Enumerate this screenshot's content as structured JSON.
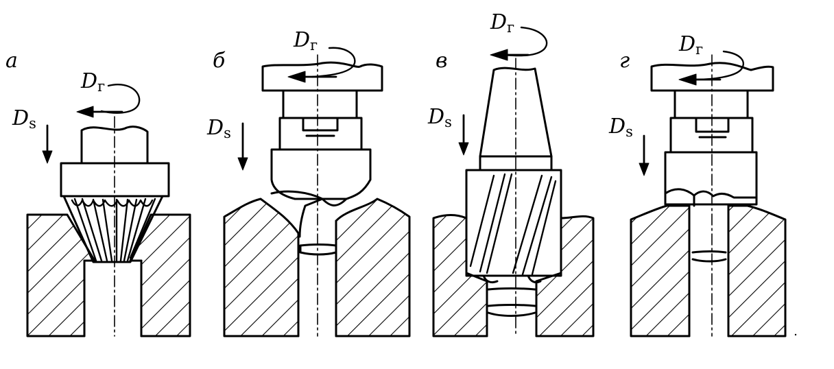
{
  "panels": [
    {
      "letter": "а",
      "rotation_symbol": "D",
      "rotation_subscript": "г",
      "feed_symbol": "D",
      "feed_subscript": "s"
    },
    {
      "letter": "б",
      "rotation_symbol": "D",
      "rotation_subscript": "г",
      "feed_symbol": "D",
      "feed_subscript": "s"
    },
    {
      "letter": "в",
      "rotation_symbol": "D",
      "rotation_subscript": "г",
      "feed_symbol": "D",
      "feed_subscript": "s"
    },
    {
      "letter": "г",
      "rotation_symbol": "D",
      "rotation_subscript": "г",
      "feed_symbol": "D",
      "feed_subscript": "s"
    }
  ]
}
